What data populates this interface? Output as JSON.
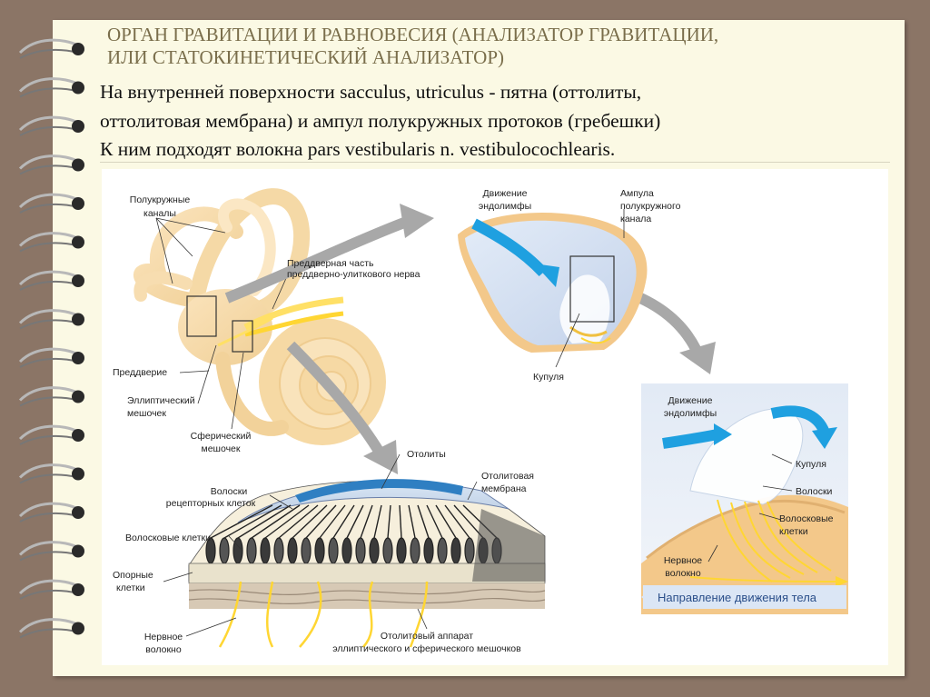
{
  "title": {
    "line1": "ОРГАН ГРАВИТАЦИИ И РАВНОВЕСИЯ (АНАЛИЗАТОР ГРАВИТАЦИИ,",
    "line2": "ИЛИ СТАТОКИНЕТИЧЕСКИЙ АНАЛИЗАТОР)"
  },
  "body": {
    "line1": "На внутренней поверхности sacculus, utriculus  - пятна (оттолиты,",
    "line2": "оттолитовая мембрана) и  ампул полукружных протоков (гребешки)",
    "line3": "К ним подходят волокна pars vestibularis n. vestibulocochlearis."
  },
  "labels": {
    "semicircular_1": "Полукружные",
    "semicircular_2": "каналы",
    "vestibular_nerve_1": "Преддверная часть",
    "vestibular_nerve_2": "преддверно-улиткового нерва",
    "vestibule": "Преддверие",
    "utricle_1": "Эллиптический",
    "utricle_2": "мешочек",
    "saccule_1": "Сферический",
    "saccule_2": "мешочек",
    "endolymph_top_1": "Движение",
    "endolymph_top_2": "эндолимфы",
    "ampulla_1": "Ампула",
    "ampulla_2": "полукружного",
    "ampulla_3": "канала",
    "cupula_top": "Купуля",
    "otoliths": "Отолиты",
    "otolith_membrane_1": "Отолитовая",
    "otolith_membrane_2": "мембрана",
    "receptor_hairs_1": "Волоски",
    "receptor_hairs_2": "рецепторных клеток",
    "hair_cells_left": "Волосковые клетки",
    "support_cells_1": "Опорные",
    "support_cells_2": "клетки",
    "nerve_fiber_left_1": "Нервное",
    "nerve_fiber_left_2": "волокно",
    "otolith_apparatus_1": "Отолитовый аппарат",
    "otolith_apparatus_2": "эллиптического и сферического мешочков",
    "endolymph_right_1": "Движение",
    "endolymph_right_2": "эндолимфы",
    "cupula_right": "Купуля",
    "hairs_right": "Волоски",
    "hair_cells_right_1": "Волосковые",
    "hair_cells_right_2": "клетки",
    "nerve_fiber_right_1": "Нервное",
    "nerve_fiber_right_2": "волокно",
    "body_direction": "Направление движения тела"
  }
}
